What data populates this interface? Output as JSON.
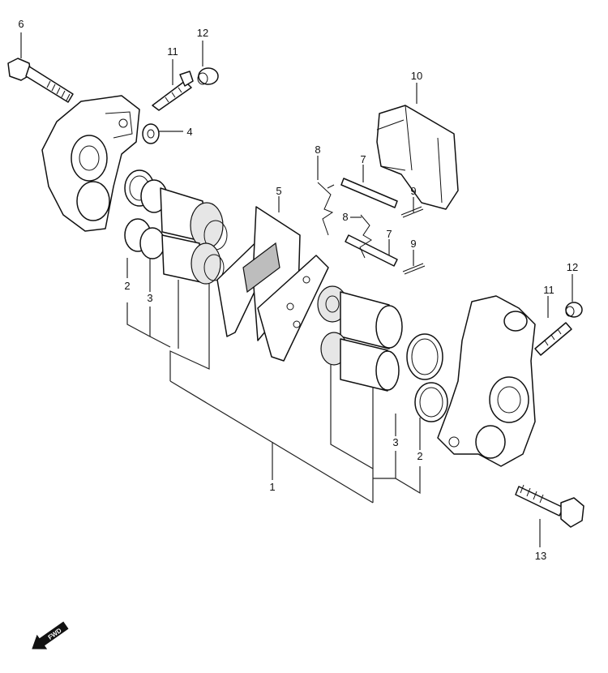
{
  "callouts": {
    "c1": "1",
    "c2l": "2",
    "c2r": "2",
    "c3l": "3",
    "c3r": "3",
    "c4": "4",
    "c5": "5",
    "c6": "6",
    "c7a": "7",
    "c7b": "7",
    "c8a": "8",
    "c8b": "8",
    "c9a": "9",
    "c9b": "9",
    "c10": "10",
    "c11l": "11",
    "c11r": "11",
    "c12l": "12",
    "c12r": "12",
    "c13": "13"
  },
  "fwd_label": "FWD",
  "colors": {
    "line": "#111111",
    "background": "#ffffff"
  }
}
